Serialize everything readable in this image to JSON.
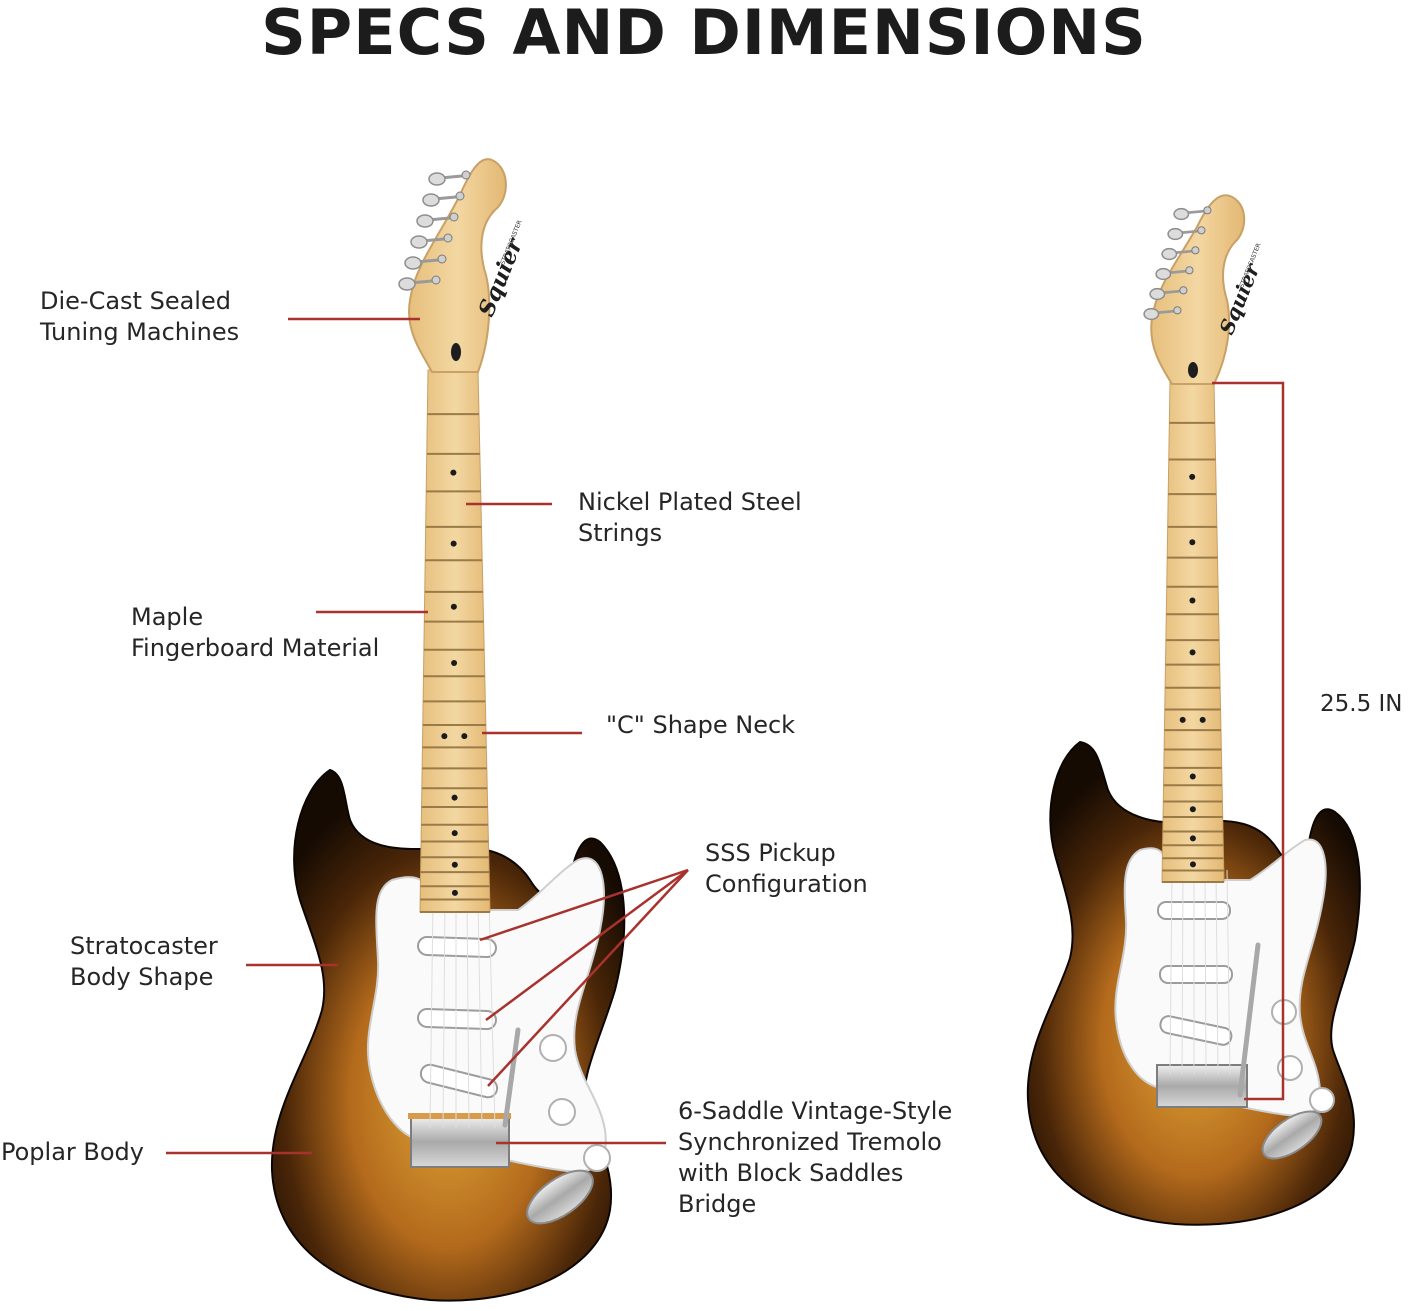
{
  "title": "SPECS AND DIMENSIONS",
  "brand": {
    "logo_text": "Squier",
    "model_text": "STRATOCASTER"
  },
  "callouts": [
    {
      "id": "tuners",
      "lines": [
        "Die-Cast Sealed",
        "Tuning Machines"
      ]
    },
    {
      "id": "strings",
      "lines": [
        "Nickel Plated Steel",
        "Strings"
      ]
    },
    {
      "id": "fingerboard",
      "lines": [
        "Maple",
        "Fingerboard Material"
      ]
    },
    {
      "id": "neck",
      "lines": [
        "\"C\" Shape Neck"
      ]
    },
    {
      "id": "pickups",
      "lines": [
        "SSS Pickup",
        "Configuration"
      ]
    },
    {
      "id": "body-shape",
      "lines": [
        "Stratocaster",
        "Body Shape"
      ]
    },
    {
      "id": "bridge",
      "lines": [
        "6-Saddle Vintage-Style",
        "Synchronized Tremolo",
        "with Block Saddles",
        "Bridge"
      ]
    },
    {
      "id": "body-wood",
      "lines": [
        "Poplar Body"
      ]
    }
  ],
  "dimension": {
    "label": "25.5 IN"
  },
  "colors": {
    "leader_line": "#a8322d",
    "maple": "#f0cf94",
    "fret": "#b88f52",
    "burst_center": "#d99a2e",
    "burst_edge": "#1a0e05",
    "pickguard": "#ffffff",
    "hardware": "#bfbfbf"
  },
  "icons": [
    "guitar-illustration",
    "tuning-peg-icon",
    "pickup-icon",
    "bridge-icon",
    "control-knob-icon",
    "output-jack-icon"
  ]
}
